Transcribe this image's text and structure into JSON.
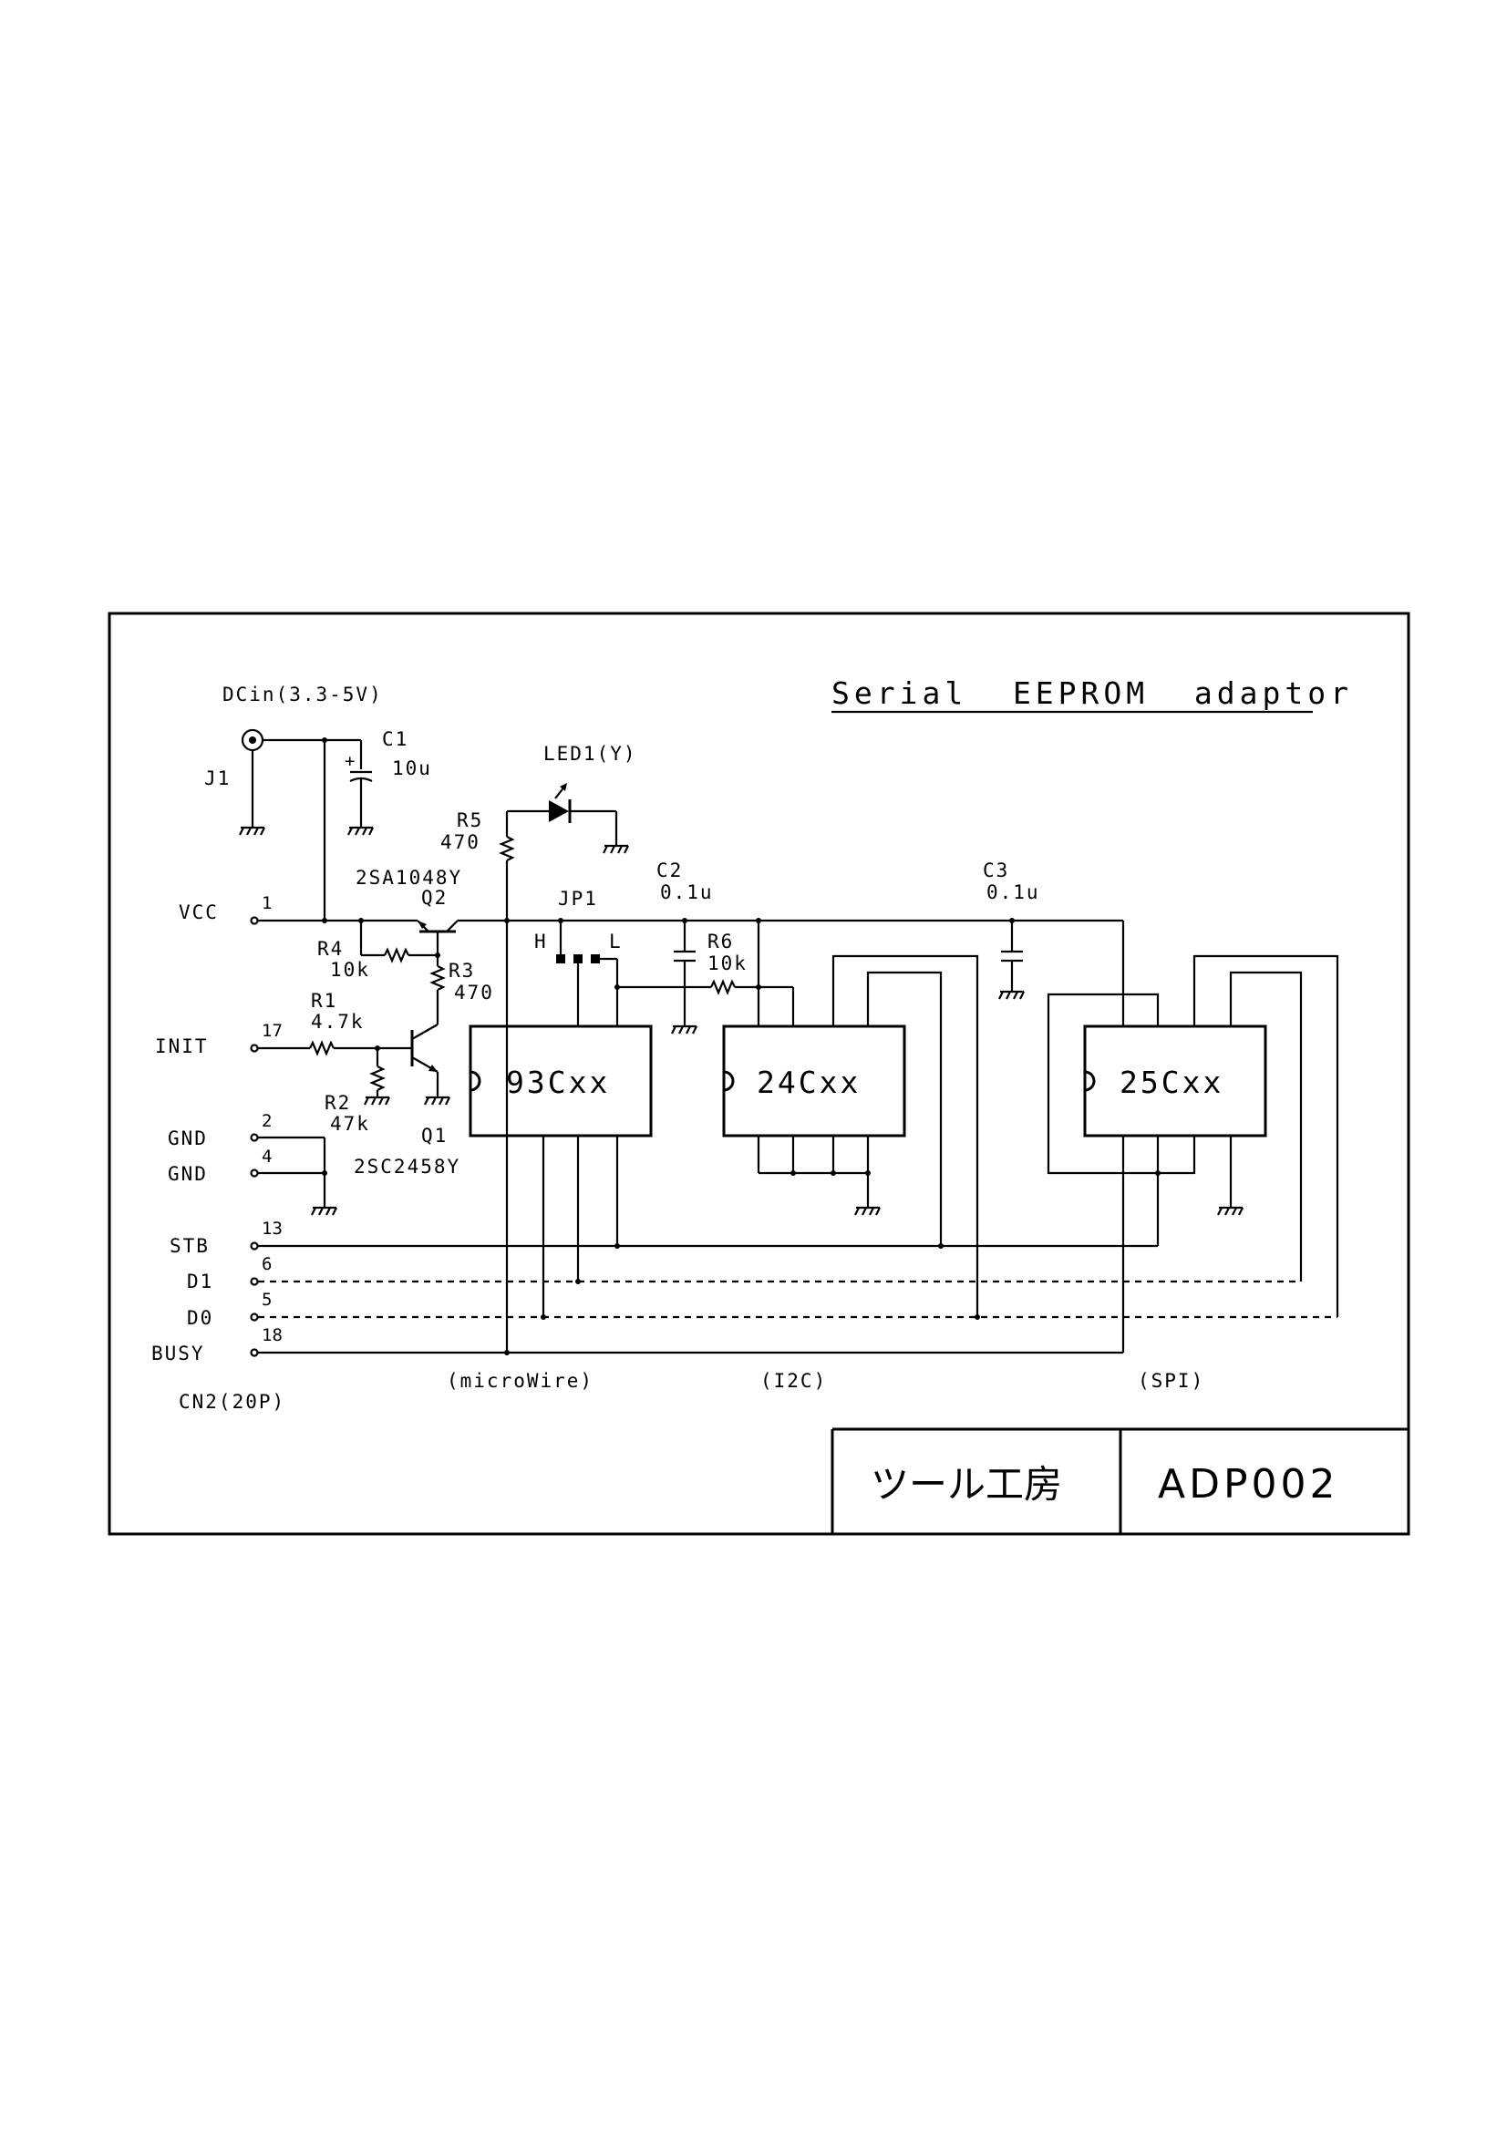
{
  "title": "Serial  EEPROM  adaptor",
  "title_block": {
    "brand": "ツール工房",
    "code": "ADP002"
  },
  "power_in": {
    "label": "DCin(3.3-5V)",
    "jack": "J1"
  },
  "components": {
    "C1": {
      "ref": "C1",
      "value": "10u",
      "polarity": "+"
    },
    "C2": {
      "ref": "C2",
      "value": "0.1u"
    },
    "C3": {
      "ref": "C3",
      "value": "0.1u"
    },
    "R1": {
      "ref": "R1",
      "value": "4.7k"
    },
    "R2": {
      "ref": "R2",
      "value": "47k"
    },
    "R3": {
      "ref": "R3",
      "value": "470"
    },
    "R4": {
      "ref": "R4",
      "value": "10k"
    },
    "R5": {
      "ref": "R5",
      "value": "470"
    },
    "R6": {
      "ref": "R6",
      "value": "10k"
    },
    "Q1": {
      "ref": "Q1",
      "part": "2SC2458Y"
    },
    "Q2": {
      "ref": "Q2",
      "part": "2SA1048Y"
    },
    "LED1": {
      "ref": "LED1(Y)"
    },
    "JP1": {
      "ref": "JP1",
      "high": "H",
      "low": "L"
    }
  },
  "chips": [
    {
      "name": "93Cxx",
      "bus": "(microWire)"
    },
    {
      "name": "24Cxx",
      "bus": "(I2C)"
    },
    {
      "name": "25Cxx",
      "bus": "(SPI)"
    }
  ],
  "connector": {
    "name": "CN2(20P)",
    "pins": [
      {
        "signal": "VCC",
        "number": "1"
      },
      {
        "signal": "INIT",
        "number": "17"
      },
      {
        "signal": "GND",
        "number": "2"
      },
      {
        "signal": "GND",
        "number": "4"
      },
      {
        "signal": "STB",
        "number": "13"
      },
      {
        "signal": "D1",
        "number": "6"
      },
      {
        "signal": "D0",
        "number": "5"
      },
      {
        "signal": "BUSY",
        "number": "18"
      }
    ]
  }
}
